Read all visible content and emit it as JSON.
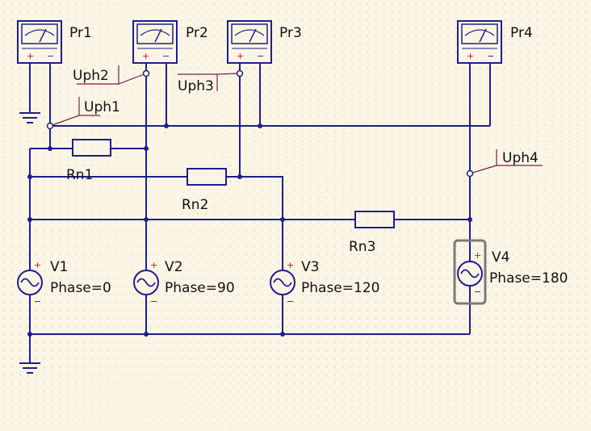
{
  "colors": {
    "background": "#fbf5e6",
    "grid_dot": "#a8a8a8",
    "wire": "#1e1e8c",
    "label_text": "#111111",
    "probe_leader": "#7a1e50",
    "plus_sign": "#d81414",
    "selection": "#7a7a7a"
  },
  "probes": [
    {
      "label": "Pr1",
      "plus": "+",
      "minus": "−"
    },
    {
      "label": "Pr2",
      "plus": "+",
      "minus": "−"
    },
    {
      "label": "Pr3",
      "plus": "+",
      "minus": "−"
    },
    {
      "label": "Pr4",
      "plus": "+",
      "minus": "−"
    }
  ],
  "voltage_probes": [
    {
      "label": "Uph1"
    },
    {
      "label": "Uph2"
    },
    {
      "label": "Uph3"
    },
    {
      "label": "Uph4"
    }
  ],
  "resistors": [
    {
      "label": "Rn1"
    },
    {
      "label": "Rn2"
    },
    {
      "label": "Rn3"
    }
  ],
  "sources": [
    {
      "label": "V1",
      "param": "Phase=0",
      "plus": "+",
      "minus": "−"
    },
    {
      "label": "V2",
      "param": "Phase=90",
      "plus": "+",
      "minus": "−"
    },
    {
      "label": "V3",
      "param": "Phase=120",
      "plus": "+",
      "minus": "−"
    },
    {
      "label": "V4",
      "param": "Phase=180",
      "plus": "+",
      "minus": "−",
      "selected": true
    }
  ],
  "grounds": [
    {
      "icon": "ground-icon"
    },
    {
      "icon": "ground-icon"
    }
  ]
}
